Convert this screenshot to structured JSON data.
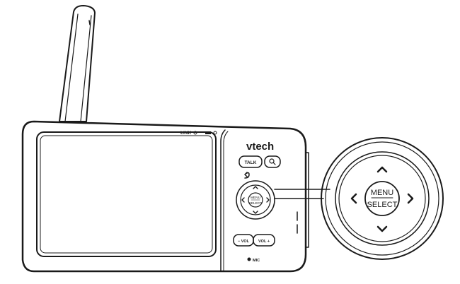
{
  "device": {
    "brand": "vtech",
    "link_label": "LINK",
    "talk_label": "TALK",
    "zoom_icon": "magnifier-icon",
    "back_icon": "return-arrow-icon",
    "nav_center_line1": "MENU",
    "nav_center_line2": "SELECT",
    "vol_minus_label": "− VOL",
    "vol_plus_label": "VOL +",
    "mic_label": "MIC"
  },
  "callout": {
    "center_line1": "MENU",
    "center_line2": "SELECT",
    "up_icon": "chevron-up-icon",
    "down_icon": "chevron-down-icon",
    "left_icon": "chevron-left-icon",
    "right_icon": "chevron-right-icon"
  },
  "colors": {
    "outline": "#1a1a1a",
    "button_fill": "#c9c9c9",
    "background": "#ffffff"
  }
}
